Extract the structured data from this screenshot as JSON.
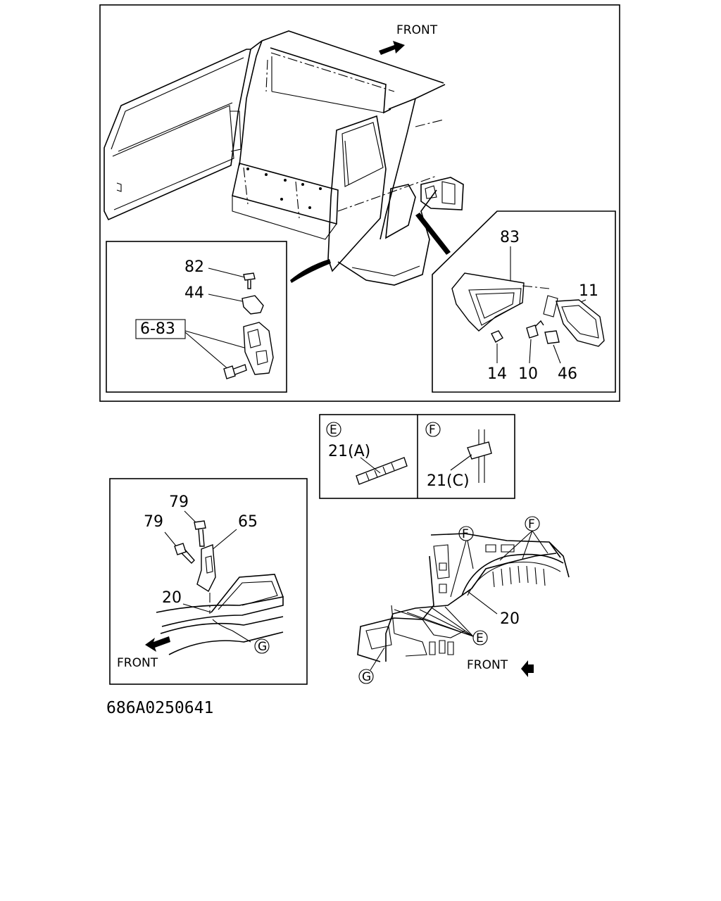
{
  "main_view": {
    "front_label": "FRONT"
  },
  "detail_door": {
    "labels": [
      "82",
      "44",
      "6-83"
    ]
  },
  "detail_lamp": {
    "labels": [
      "83",
      "11",
      "14",
      "10",
      "46"
    ]
  },
  "detail_E": {
    "marker": "E",
    "label": "21(A)"
  },
  "detail_F": {
    "marker": "F",
    "label": "21(C)"
  },
  "detail_floor": {
    "labels": [
      "79",
      "79",
      "65",
      "20"
    ],
    "marker": "G",
    "front_label": "FRONT"
  },
  "detail_harness": {
    "labels": [
      "20"
    ],
    "marker_F1": "F",
    "marker_F2": "F",
    "marker_E": "E",
    "marker_G": "G",
    "front_label": "FRONT"
  },
  "figure_code": "686A0250641"
}
